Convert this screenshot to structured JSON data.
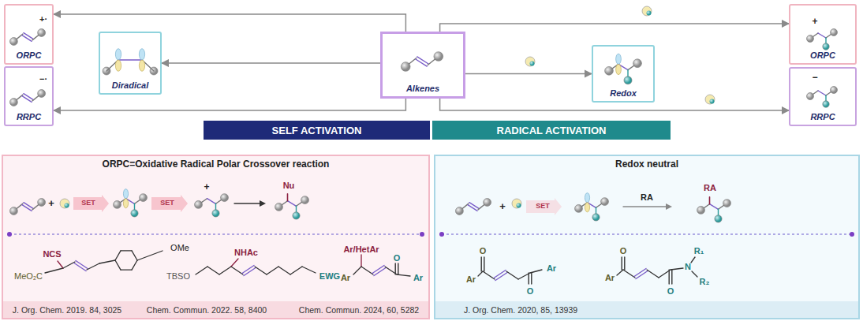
{
  "diagram": {
    "nodes": [
      {
        "text": [
          "ORPC"
        ]
      },
      {
        "text": [
          "RRPC"
        ]
      },
      {
        "text": [
          "Diradical"
        ]
      },
      {
        "text": [
          "Alkenes"
        ]
      },
      {
        "text": [
          "Redox"
        ]
      },
      {
        "text": [
          "ORPC"
        ]
      },
      {
        "text": [
          "RRPC"
        ]
      },
      {
        "text": [
          "SELF ACTIVATION"
        ]
      },
      {
        "text": [
          "RADICAL ACTIVATION"
        ]
      },
      {
        "text": [
          "ORPC=Oxidative Radical Polar Crossover reaction"
        ]
      },
      {
        "text": [
          "Redox neutral"
        ]
      }
    ],
    "edges": [
      {
        "from": 3,
        "to": 0,
        "arrow": "to"
      },
      {
        "from": 3,
        "to": 2,
        "arrow": "to"
      },
      {
        "from": 3,
        "to": 1,
        "arrow": "to"
      },
      {
        "from": 3,
        "to": 4,
        "arrow": "to"
      },
      {
        "from": 3,
        "to": 5,
        "arrow": "to"
      },
      {
        "from": 3,
        "to": 6,
        "arrow": "to"
      }
    ],
    "labels": [
      "+·",
      "−·",
      "+",
      "−",
      "+",
      "SET",
      "SET",
      "+",
      "Nu",
      "NCS",
      "OMe",
      "MeO₂C",
      "TBSO",
      "NHAc",
      "EWG",
      "Ar/HetAr",
      "Ar",
      "O",
      "Ar",
      "J. Org. Chem. 2019. 84, 3025",
      "Chem. Commun. 2022. 58, 8400",
      "Chem. Commun. 2024, 60, 5282",
      "+",
      "SET",
      "RA",
      "RA",
      "O",
      "Ar",
      "O",
      "Ar",
      "O",
      "Ar",
      "R₁",
      "N",
      "R₂",
      "O",
      "J. Org. Chem. 2020, 85, 13939"
    ]
  }
}
